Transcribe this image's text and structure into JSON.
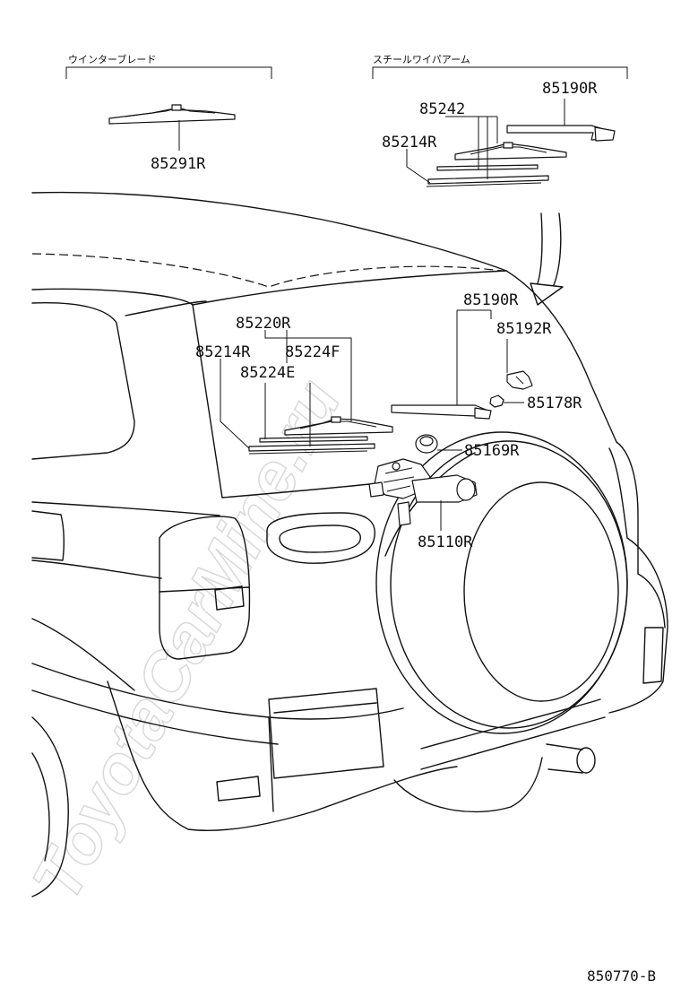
{
  "diagram_id": "850770-B",
  "watermark": "ToyotaCarMine.ru",
  "headers": {
    "winter_blade": "ウインターブレード",
    "steel_wiper_arm": "スチールワイパアーム"
  },
  "labels": {
    "winter_blade_part": "85291R",
    "steel_arm": "85190R",
    "steel_blade_assy": "85242",
    "steel_refill": "85214R",
    "blade_assy": "85220R",
    "rubber_refill": "85214R",
    "plate_f": "85224F",
    "plate_e": "85224E",
    "arm": "85190R",
    "arm_cap": "85192R",
    "nut": "85178R",
    "grommet": "85169R",
    "motor": "85110R"
  },
  "colors": {
    "ink": "#111111",
    "watermark": "#d9d9d9",
    "background": "#ffffff"
  }
}
